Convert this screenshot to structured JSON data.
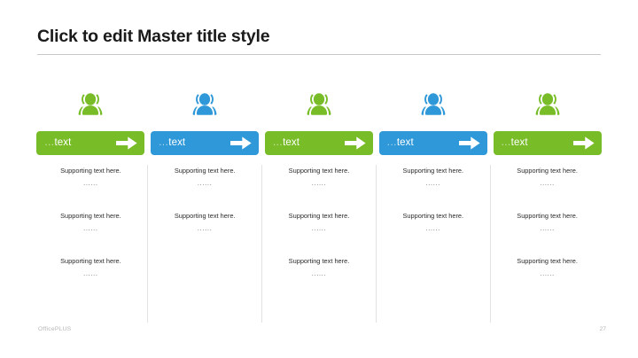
{
  "slide": {
    "title": "Click to edit Master title style",
    "background_color": "#ffffff",
    "accent_green": "#78BC28",
    "accent_blue": "#2E98D8"
  },
  "columns": [
    {
      "icon_name": "people-group-icon",
      "icon_color": "#78BC28",
      "banner": {
        "color": "#78BC28",
        "dots": "...",
        "label": "text",
        "arrow_icon": "arrow-right-icon"
      },
      "support": [
        {
          "line": "Supporting text here.",
          "dots": "......"
        },
        {
          "line": "Supporting text here.",
          "dots": "......"
        },
        {
          "line": "Supporting text here.",
          "dots": "......"
        }
      ]
    },
    {
      "icon_name": "people-group-icon",
      "icon_color": "#2E98D8",
      "banner": {
        "color": "#2E98D8",
        "dots": "...",
        "label": "text",
        "arrow_icon": "arrow-right-icon"
      },
      "support": [
        {
          "line": "Supporting text here.",
          "dots": "......"
        },
        {
          "line": "Supporting text here.",
          "dots": "......"
        }
      ]
    },
    {
      "icon_name": "people-group-icon",
      "icon_color": "#78BC28",
      "banner": {
        "color": "#78BC28",
        "dots": "...",
        "label": "text",
        "arrow_icon": "arrow-right-icon"
      },
      "support": [
        {
          "line": "Supporting text here.",
          "dots": "......"
        },
        {
          "line": "Supporting text here.",
          "dots": "......"
        },
        {
          "line": "Supporting text here.",
          "dots": "......"
        }
      ]
    },
    {
      "icon_name": "people-group-icon",
      "icon_color": "#2E98D8",
      "banner": {
        "color": "#2E98D8",
        "dots": "...",
        "label": "text",
        "arrow_icon": "arrow-right-icon"
      },
      "support": [
        {
          "line": "Supporting text here.",
          "dots": "......"
        },
        {
          "line": "Supporting text here.",
          "dots": "......"
        }
      ]
    },
    {
      "icon_name": "people-group-icon",
      "icon_color": "#78BC28",
      "banner": {
        "color": "#78BC28",
        "dots": "...",
        "label": "text",
        "arrow_icon": "arrow-right-icon"
      },
      "support": [
        {
          "line": "Supporting text here.",
          "dots": "......"
        },
        {
          "line": "Supporting text here.",
          "dots": "......"
        },
        {
          "line": "Supporting text here.",
          "dots": "......"
        }
      ]
    }
  ],
  "footer": {
    "brand": "OfficePLUS",
    "page_number": "27"
  }
}
